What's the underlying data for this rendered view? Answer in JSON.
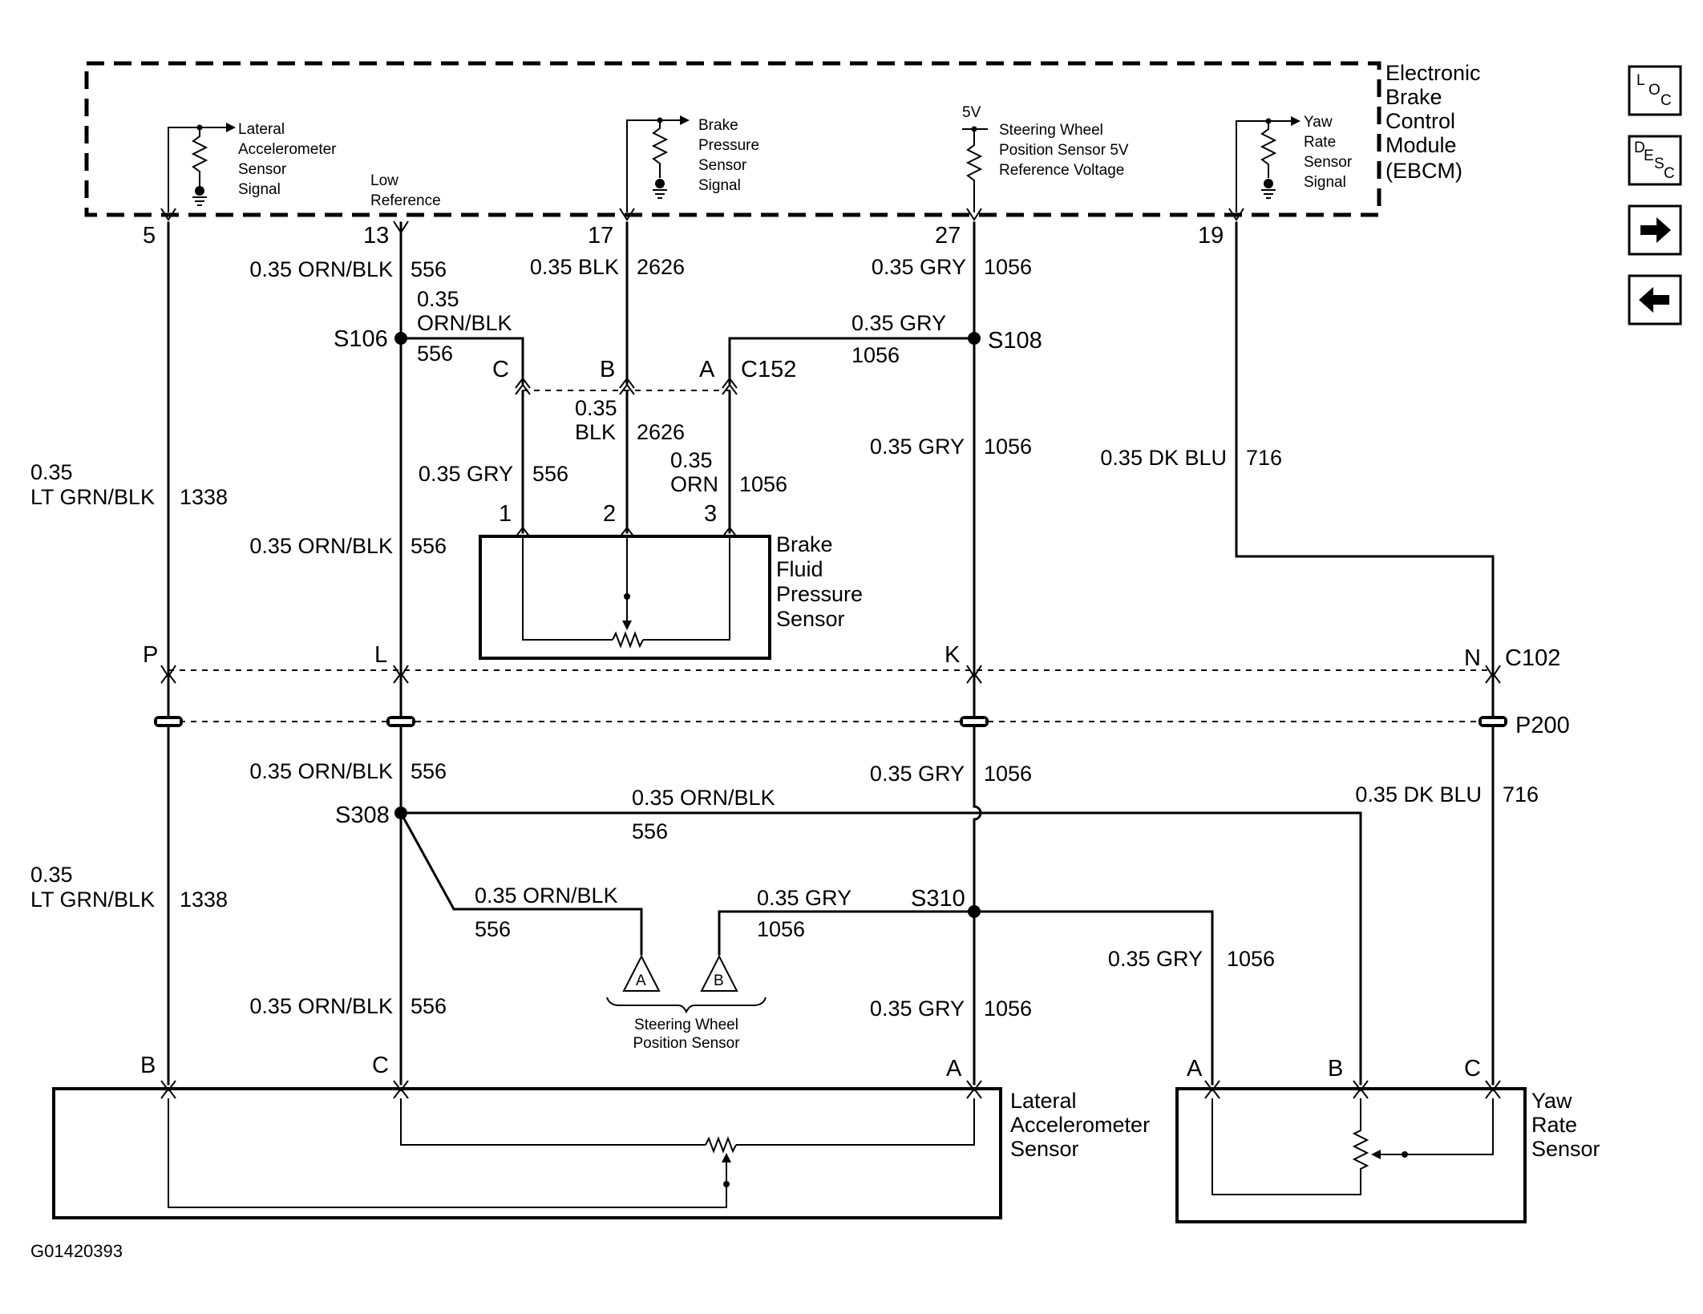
{
  "module": {
    "title_lines": [
      "Electronic",
      "Brake",
      "Control",
      "Module",
      "(EBCM)"
    ],
    "internal_labels": {
      "lateral": [
        "Lateral",
        "Accelerometer",
        "Sensor",
        "Signal"
      ],
      "low_ref": [
        "Low",
        "Reference"
      ],
      "brake": [
        "Brake",
        "Pressure",
        "Sensor",
        "Signal"
      ],
      "vref_5v": "5V",
      "steering": [
        "Steering Wheel",
        "Position Sensor 5V",
        "Reference Voltage"
      ],
      "yaw": [
        "Yaw",
        "Rate",
        "Sensor",
        "Signal"
      ]
    },
    "pins": [
      "5",
      "13",
      "17",
      "27",
      "19"
    ]
  },
  "wires": {
    "w_5_top": [
      "0.35",
      "LT GRN/BLK",
      "1338"
    ],
    "w_13_top": [
      "0.35 ORN/BLK",
      "556"
    ],
    "w_17_top": [
      "0.35 BLK",
      "2626"
    ],
    "w_27_top": [
      "0.35 GRY",
      "1056"
    ],
    "w_s106_branch": [
      "0.35",
      "ORN/BLK",
      "556"
    ],
    "w_s108_branch": [
      "0.35 GRY",
      "1056"
    ],
    "w_c152_b": [
      "0.35",
      "BLK",
      "2626"
    ],
    "w_c152_c": [
      "0.35 GRY",
      "556"
    ],
    "w_c152_a": [
      "0.35",
      "ORN",
      "1056"
    ],
    "w_13_mid": [
      "0.35 ORN/BLK",
      "556"
    ],
    "w_27_mid": [
      "0.35 GRY",
      "1056"
    ],
    "w_19_top": [
      "0.35 DK BLU",
      "716"
    ],
    "w_13_low": [
      "0.35 ORN/BLK",
      "556"
    ],
    "w_27_low": [
      "0.35 GRY",
      "1056"
    ],
    "w_19_low": [
      "0.35 DK BLU",
      "716"
    ],
    "w_s308_top": [
      "0.35 ORN/BLK",
      "556"
    ],
    "w_5_low": [
      "0.35",
      "LT GRN/BLK",
      "1338"
    ],
    "w_s308_diag": [
      "0.35 ORN/BLK",
      "556"
    ],
    "w_s310_left": [
      "0.35 GRY",
      "1056"
    ],
    "w_s310_right": [
      "0.35 GRY",
      "1056"
    ],
    "w_13_bottom": [
      "0.35 ORN/BLK",
      "556"
    ],
    "w_27_bottom": [
      "0.35 GRY",
      "1056"
    ]
  },
  "splices": [
    "S106",
    "S108",
    "S308",
    "S310"
  ],
  "connectors": {
    "c152": {
      "name": "C152",
      "pins": [
        "C",
        "B",
        "A"
      ]
    },
    "c102": {
      "name": "C102",
      "pins": [
        "P",
        "L",
        "K",
        "N"
      ]
    },
    "p200": {
      "name": "P200"
    }
  },
  "components": {
    "brake_fluid": {
      "label_lines": [
        "Brake",
        "Fluid",
        "Pressure",
        "Sensor"
      ],
      "pins": [
        "1",
        "2",
        "3"
      ]
    },
    "steering_wheel": {
      "label_lines": [
        "Steering Wheel",
        "Position Sensor"
      ],
      "pins": [
        "A",
        "B"
      ]
    },
    "lateral_accel": {
      "label_lines": [
        "Lateral",
        "Accelerometer",
        "Sensor"
      ],
      "pins": [
        "B",
        "C",
        "A"
      ]
    },
    "yaw_rate": {
      "label_lines": [
        "Yaw",
        "Rate",
        "Sensor"
      ],
      "pins": [
        "A",
        "B",
        "C"
      ]
    }
  },
  "nav": {
    "loc": {
      "l": "L",
      "o": "O",
      "c": "C"
    },
    "desc": {
      "d": "D",
      "e": "E",
      "s": "S",
      "c": "C"
    }
  },
  "figure_id": "G01420393"
}
